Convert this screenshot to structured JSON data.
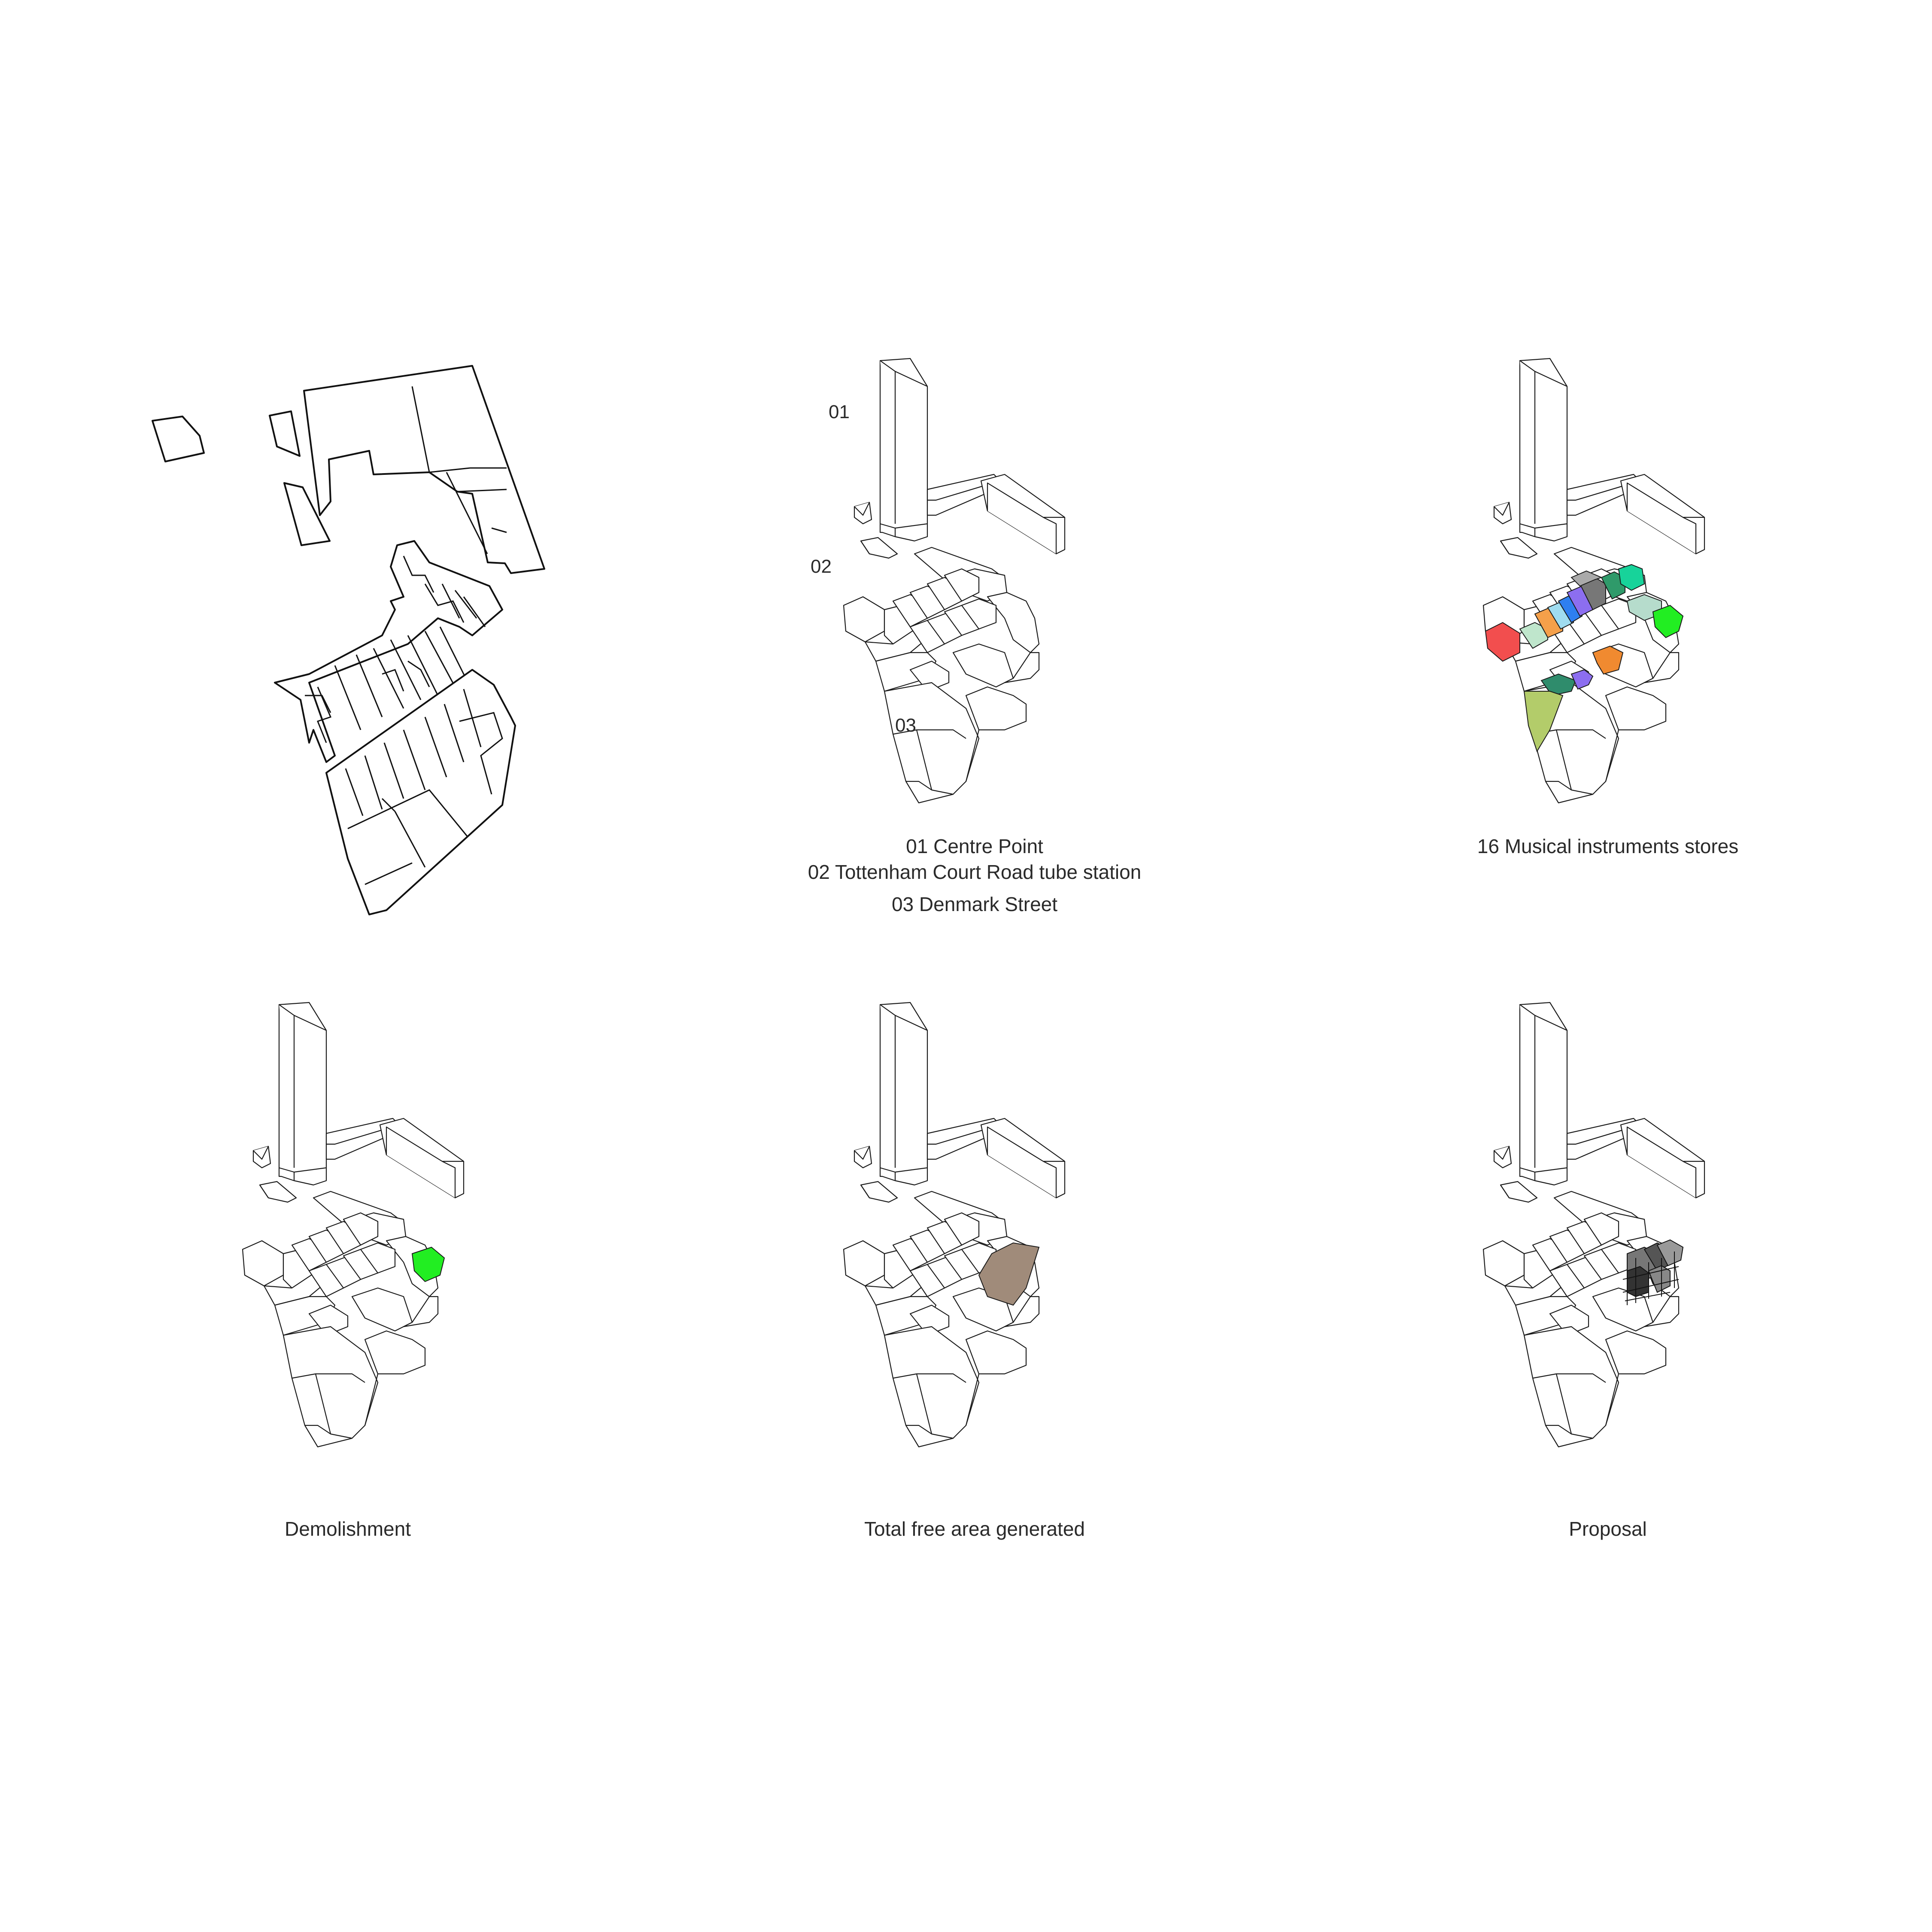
{
  "labels": {
    "legend_01": "01 Centre Point",
    "legend_02": "02 Tottenham Court Road tube station",
    "legend_03": "03 Denmark Street",
    "tag_01": "01",
    "tag_02": "02",
    "tag_03": "03",
    "stores": "16 Musical instruments stores",
    "demolishment": "Demolishment",
    "free_area": "Total free area generated",
    "proposal": "Proposal"
  },
  "colors": {
    "outline": "#1a1a1a",
    "demolished": "#22ee22",
    "free_area": "#a08b7a",
    "proposal": "#555555",
    "stores": [
      "#f24e4e",
      "#bfe6cc",
      "#f5a04a",
      "#9fdcf0",
      "#2e7ff0",
      "#8c6ef0",
      "#777777",
      "#aaaaaa",
      "#2f9a6a",
      "#17d39a",
      "#b6dccc",
      "#22ee22",
      "#f08a30",
      "#2f8c6c",
      "#8c6ef0",
      "#b3cc6a"
    ]
  },
  "icons": [
    "site-plan-drawing",
    "axonometric-context",
    "axonometric-stores",
    "axonometric-demolishment",
    "axonometric-free-area",
    "axonometric-proposal"
  ]
}
